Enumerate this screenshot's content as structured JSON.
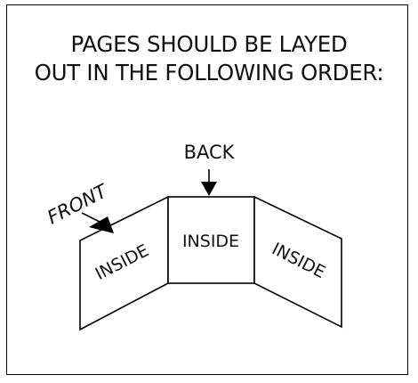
{
  "heading": {
    "line1": "PAGES SHOULD BE LAYED",
    "line2": "OUT IN THE FOLLOWING ORDER:"
  },
  "labels": {
    "back": "BACK",
    "front": "FRONT"
  },
  "panels": {
    "left": "INSIDE",
    "center": "INSIDE",
    "right": "INSIDE"
  }
}
